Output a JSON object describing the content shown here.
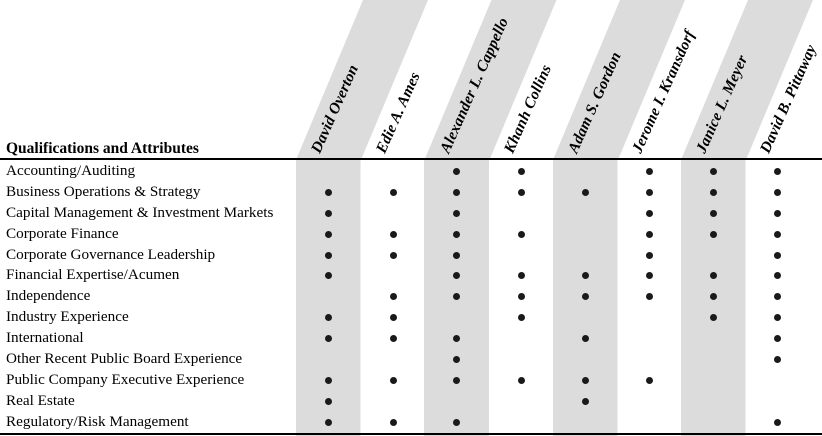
{
  "table": {
    "row_header_label": "Qualifications and Attributes",
    "columns": [
      {
        "name": "David Overton",
        "shaded": true
      },
      {
        "name": "Edie A. Ames",
        "shaded": false
      },
      {
        "name": "Alexander L. Cappello",
        "shaded": true
      },
      {
        "name": "Khanh Collins",
        "shaded": false
      },
      {
        "name": "Adam S. Gordon",
        "shaded": true
      },
      {
        "name": "Jerome I. Kransdorf",
        "shaded": false
      },
      {
        "name": "Janice L. Meyer",
        "shaded": true
      },
      {
        "name": "David B. Pittaway",
        "shaded": false
      }
    ],
    "rows": [
      {
        "label": "Accounting/Auditing",
        "marks": [
          false,
          false,
          true,
          true,
          false,
          true,
          true,
          true
        ]
      },
      {
        "label": "Business Operations & Strategy",
        "marks": [
          true,
          true,
          true,
          true,
          true,
          true,
          true,
          true
        ]
      },
      {
        "label": "Capital Management & Investment Markets",
        "marks": [
          true,
          false,
          true,
          false,
          false,
          true,
          true,
          true
        ]
      },
      {
        "label": "Corporate Finance",
        "marks": [
          true,
          true,
          true,
          true,
          false,
          true,
          true,
          true
        ]
      },
      {
        "label": "Corporate Governance Leadership",
        "marks": [
          true,
          true,
          true,
          false,
          false,
          true,
          false,
          true
        ]
      },
      {
        "label": "Financial Expertise/Acumen",
        "marks": [
          true,
          false,
          true,
          true,
          true,
          true,
          true,
          true
        ]
      },
      {
        "label": "Independence",
        "marks": [
          false,
          true,
          true,
          true,
          true,
          true,
          true,
          true
        ]
      },
      {
        "label": "Industry Experience",
        "marks": [
          true,
          true,
          false,
          true,
          false,
          false,
          true,
          true
        ]
      },
      {
        "label": "International",
        "marks": [
          true,
          true,
          true,
          false,
          true,
          false,
          false,
          true
        ]
      },
      {
        "label": "Other Recent Public Board Experience",
        "marks": [
          false,
          false,
          true,
          false,
          false,
          false,
          false,
          true
        ]
      },
      {
        "label": "Public Company Executive Experience",
        "marks": [
          true,
          true,
          true,
          true,
          true,
          true,
          false,
          false
        ]
      },
      {
        "label": "Real Estate",
        "marks": [
          true,
          false,
          false,
          false,
          true,
          false,
          false,
          false
        ]
      },
      {
        "label": "Regulatory/Risk Management",
        "marks": [
          true,
          true,
          true,
          false,
          false,
          false,
          false,
          true
        ]
      }
    ],
    "mark_symbol": "dot",
    "colors": {
      "band_shade": "#dcdcdc",
      "mark": "#1a1a1a",
      "rule": "#000000",
      "background": "#ffffff",
      "text": "#000000"
    },
    "layout": {
      "column_centers": [
        328,
        393,
        456.5,
        521,
        585,
        649,
        713,
        777
      ],
      "band_width": 65,
      "header_rotation_deg": -66
    }
  }
}
